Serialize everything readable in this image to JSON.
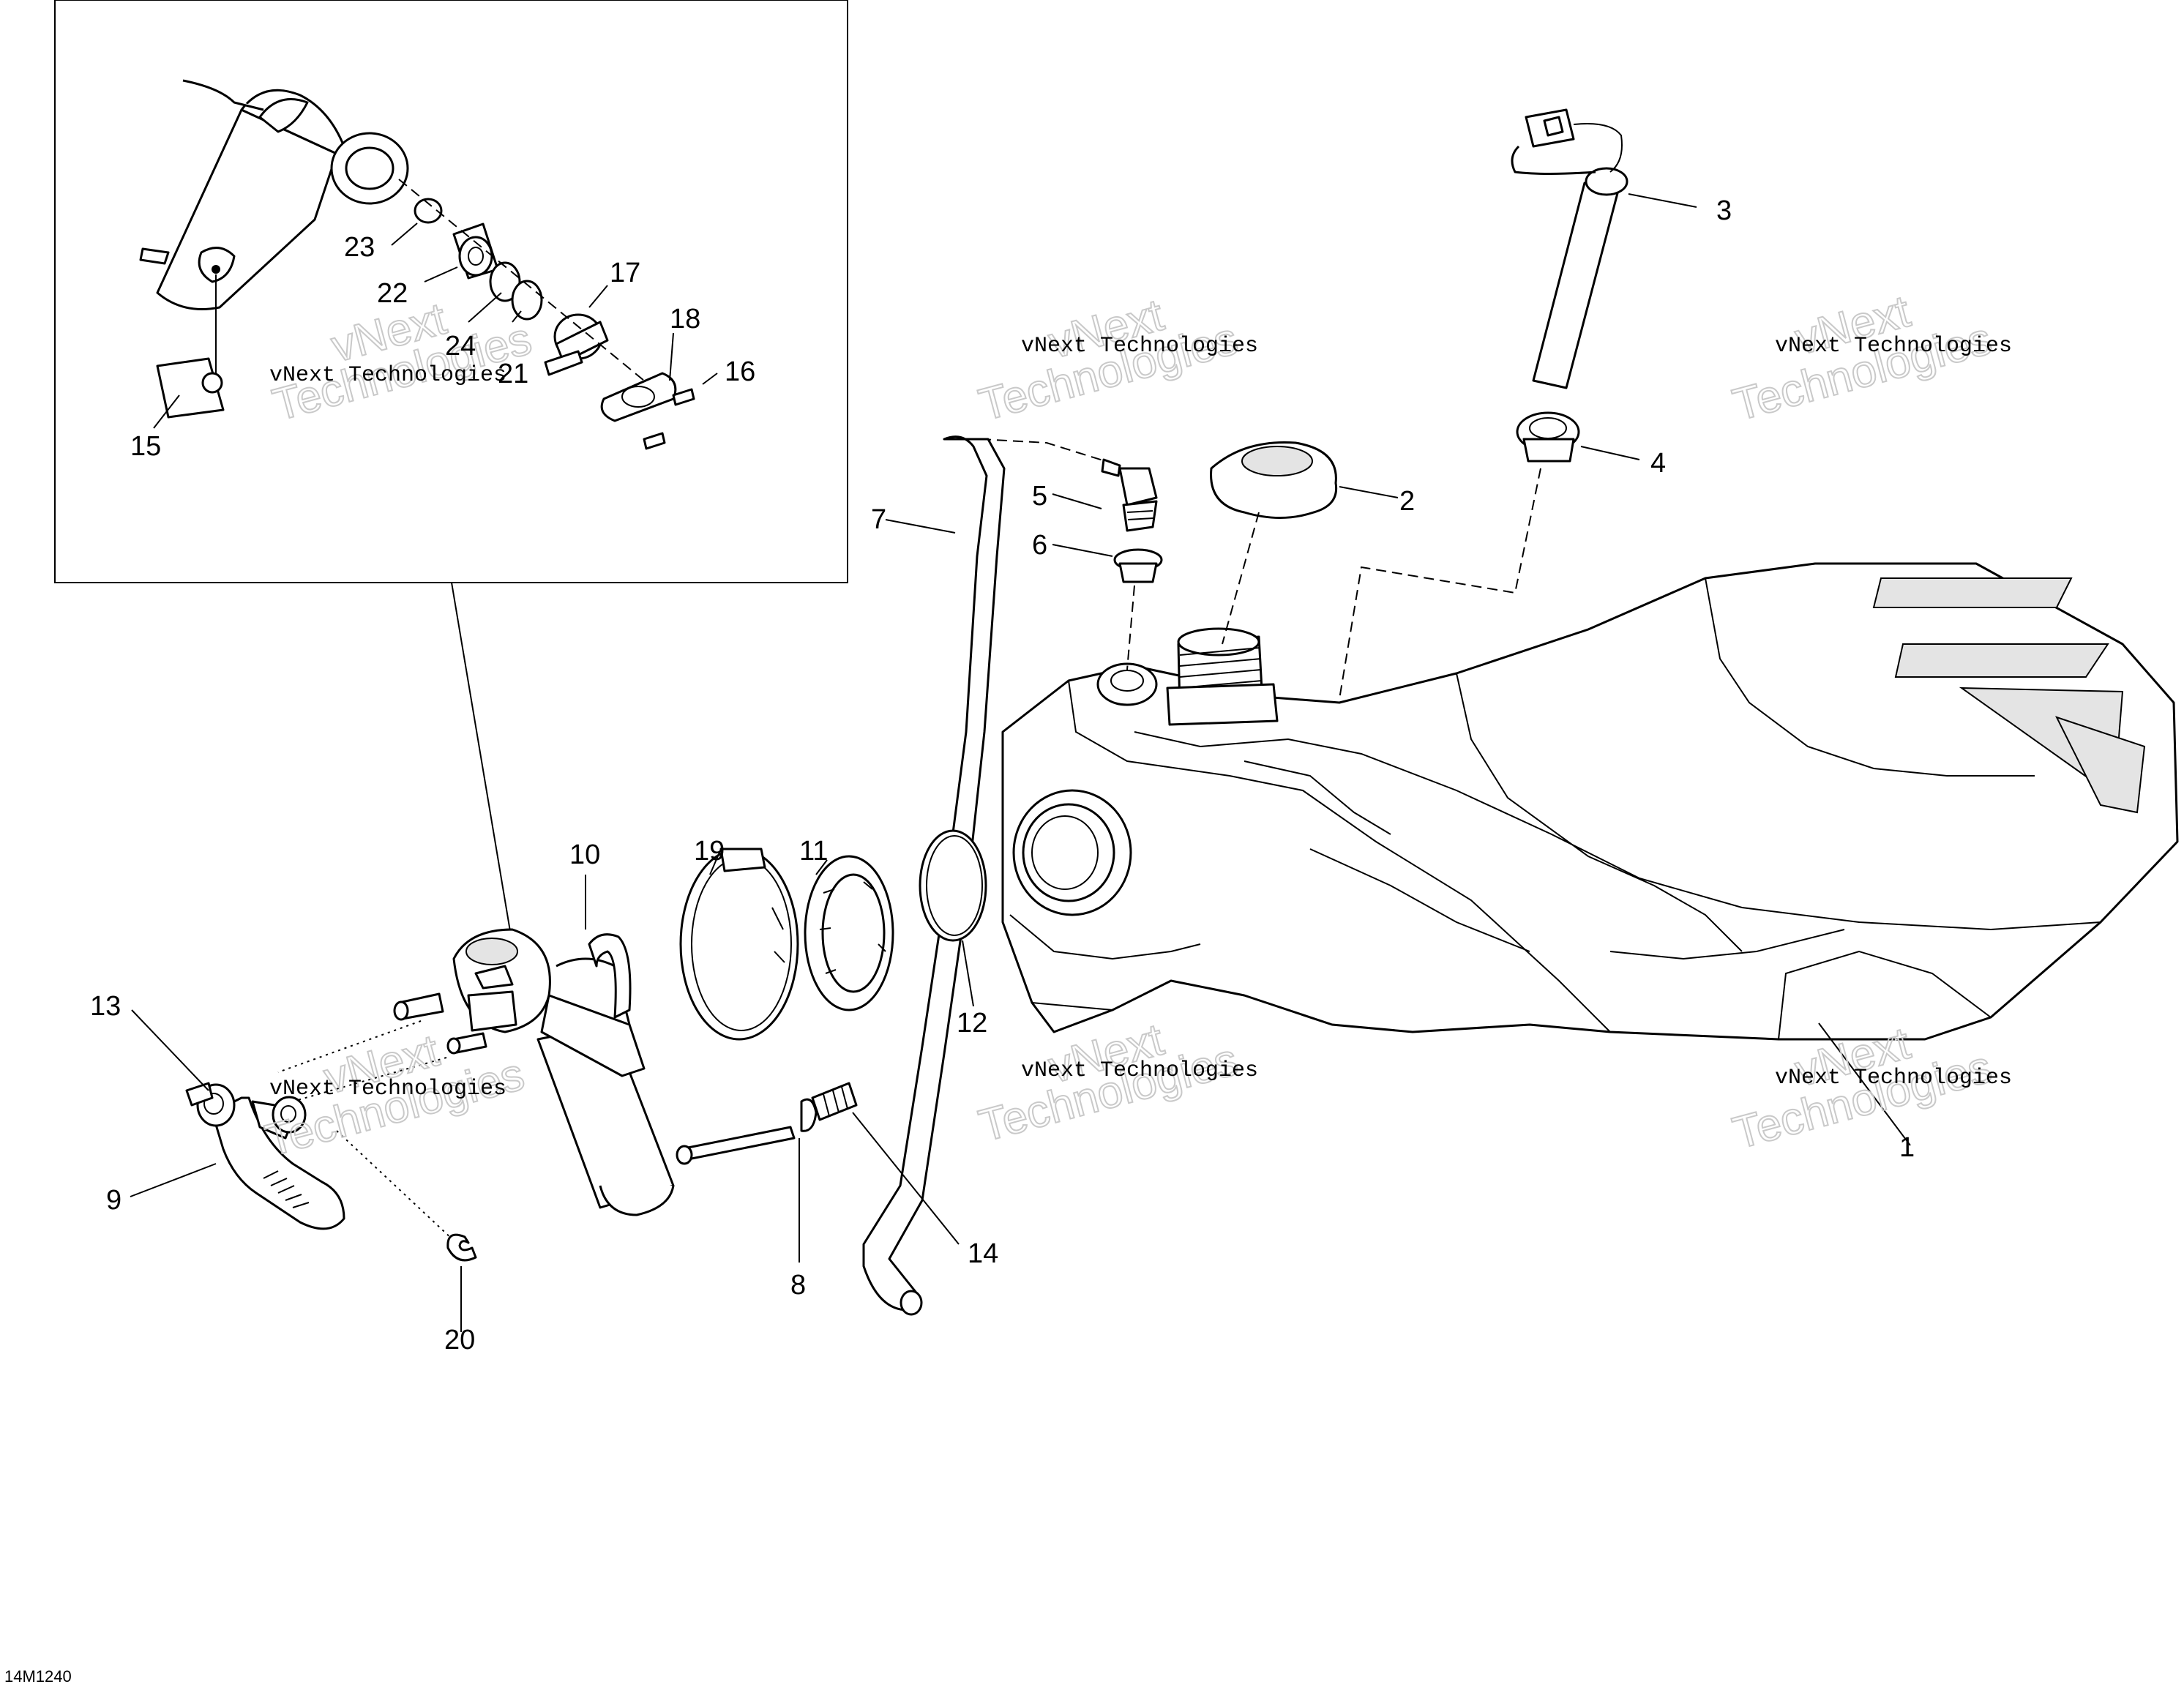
{
  "reference_code": "14M1240",
  "watermark": {
    "line1": "vNext Technologies",
    "line2a": "vNext",
    "line2b": "Technologies"
  },
  "callouts": {
    "c1": "1",
    "c2": "2",
    "c3": "3",
    "c4": "4",
    "c5": "5",
    "c6": "6",
    "c7": "7",
    "c8": "8",
    "c9": "9",
    "c10": "10",
    "c11": "11",
    "c12": "12",
    "c13": "13",
    "c14": "14",
    "c15": "15",
    "c16": "16",
    "c17": "17",
    "c18": "18",
    "c19": "19",
    "c20": "20",
    "c21": "21",
    "c22": "22",
    "c23": "23",
    "c24": "24"
  }
}
